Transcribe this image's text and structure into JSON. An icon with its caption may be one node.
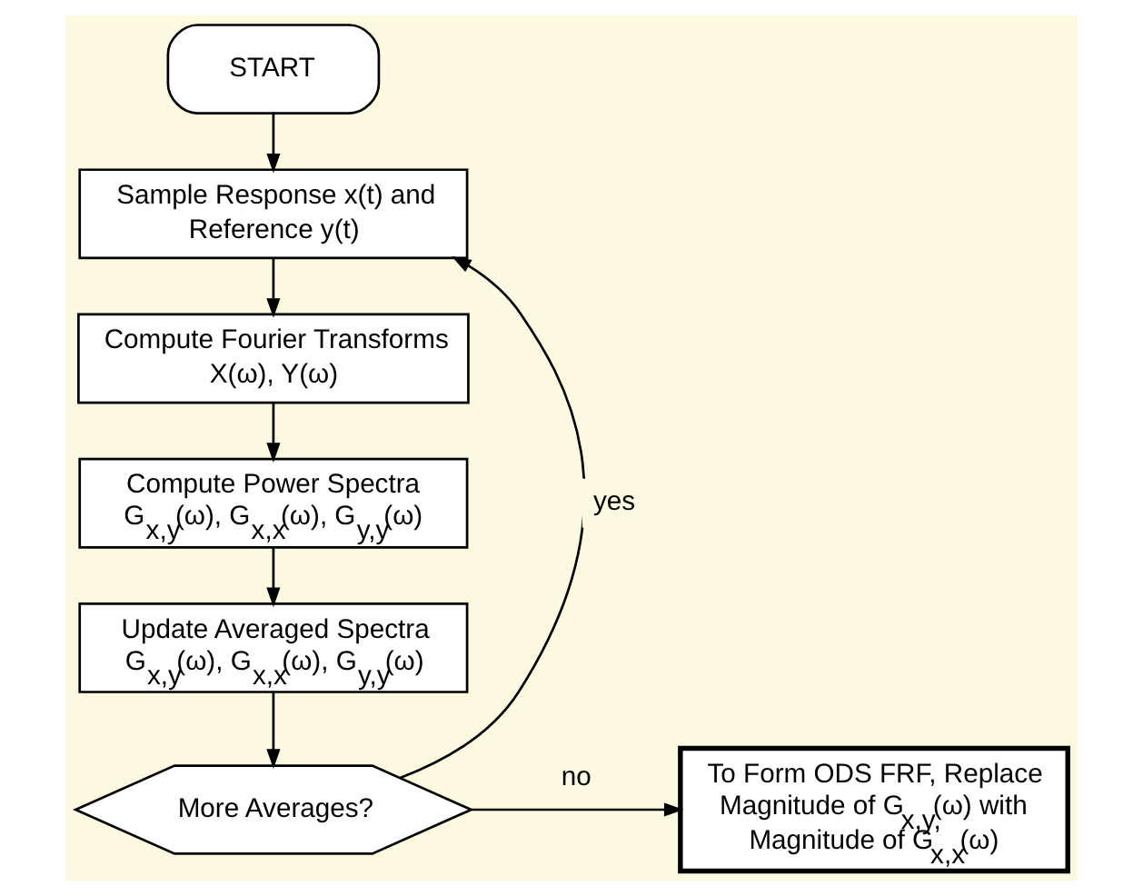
{
  "diagram": {
    "nodes": [
      {
        "text": [
          "START"
        ]
      },
      {
        "text": [
          "Sample Response x(t) and Reference y(t)"
        ]
      },
      {
        "text": [
          "Compute Fourier Transforms X(ω), Y(ω)"
        ]
      },
      {
        "text": [
          "Compute Power Spectra G$_{x,y}$(ω), G$_{x,x}$(ω), G$_{y,y}$(ω)"
        ]
      },
      {
        "text": [
          "Update Averaged Spectra G$_{x,y}$(ω), G$_{x,x}$(ω), G$_{y,y}$(ω)"
        ]
      },
      {
        "text": [
          "More Averages?"
        ]
      },
      {
        "text": [
          "To Form ODS FRF, Replace Magnitude of G$_{x,y,}$(ω) with Magnitude of G$_{x,x}$(ω)"
        ]
      }
    ],
    "edges": [
      {
        "from": 0,
        "to": 1,
        "arrow": "to"
      },
      {
        "from": 1,
        "to": 2,
        "arrow": "to"
      },
      {
        "from": 2,
        "to": 3,
        "arrow": "to"
      },
      {
        "from": 3,
        "to": 4,
        "arrow": "to"
      },
      {
        "from": 4,
        "to": 5,
        "arrow": "to"
      },
      {
        "from": 5,
        "to": 1,
        "arrow": "to",
        "label": "yes"
      },
      {
        "from": 5,
        "to": 6,
        "arrow": "to",
        "label": "no"
      }
    ]
  }
}
